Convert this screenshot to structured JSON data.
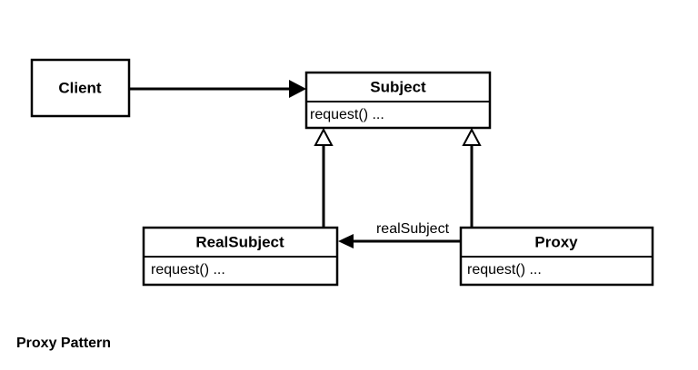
{
  "classes": {
    "client": {
      "name": "Client"
    },
    "subject": {
      "name": "Subject",
      "operation": "request() ..."
    },
    "real_subject": {
      "name": "RealSubject",
      "operation": "request() ..."
    },
    "proxy": {
      "name": "Proxy",
      "operation": "request() ..."
    }
  },
  "associations": {
    "proxy_to_real_subject": {
      "label": "realSubject"
    }
  },
  "caption": "Proxy Pattern"
}
